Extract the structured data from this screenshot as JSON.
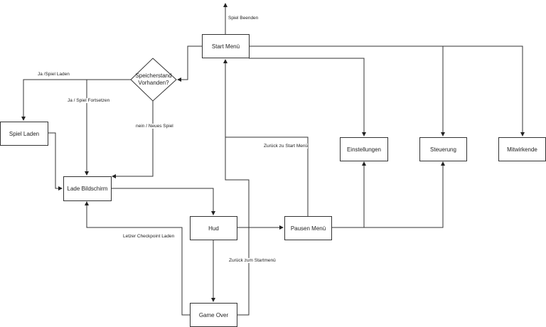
{
  "nodes": {
    "start": "Start Menü",
    "decision_line1": "Speicherstand",
    "decision_line2": "Vorhanden?",
    "spiel_laden": "Spiel Laden",
    "lade_bildschirm": "Lade Bildschirm",
    "hud": "Hud",
    "pausen": "Pausen Menü",
    "game_over": "Game Over",
    "einstellungen": "Einstellungen",
    "steuerung": "Steuerung",
    "mitwirkende": "Mitwirkende"
  },
  "edges": {
    "spiel_beenden": "Spiel Beenden",
    "ja_spiel_laden": "Ja /Spiel Laden",
    "ja_spiel_fortsetzen": "Ja / Spiel Fortsetzen",
    "nein_neues_spiel": "nein / Neues Spiel",
    "zurueck_zu_start": "Zurück zu Start Menü",
    "letzer_checkpoint": "Letzer Checkpoint Laden",
    "zurueck_zum_startmenu": "Zurück zum Startmenü"
  }
}
